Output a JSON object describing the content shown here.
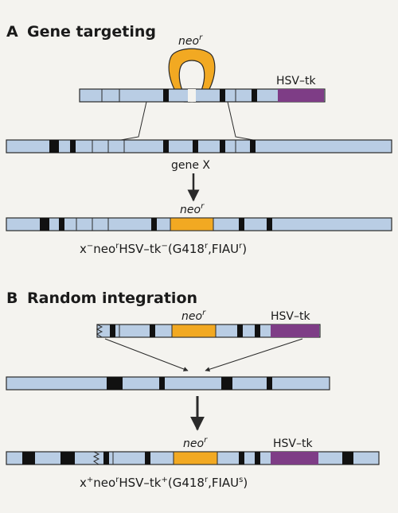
{
  "colors": {
    "background": "#f4f3ef",
    "dna": "#b9cde4",
    "exon": "#111111",
    "neo": "#f2a922",
    "hsvtk": "#7e3d86",
    "line": "#2a2a2a"
  },
  "panelA": {
    "letter": "A",
    "title": "Gene targeting",
    "neo_label": "neo",
    "neo_sup": "r",
    "hsvtk_label": "HSV–tk",
    "gene_label": "gene X",
    "result_neo_label": "neo",
    "result_neo_sup": "r",
    "genotype": {
      "p1": "x",
      "s1": "−",
      "p2": "neo",
      "s2": "r",
      "p3": "HSV–tk",
      "s3": "−",
      "p4": "(G418",
      "s4": "r",
      "p5": ",FIAU",
      "s5": "r",
      "p6": ")"
    }
  },
  "panelB": {
    "letter": "B",
    "title": "Random integration",
    "neo_label": "neo",
    "neo_sup": "r",
    "hsvtk_label": "HSV–tk",
    "result_neo_label": "neo",
    "result_neo_sup": "r",
    "result_hsvtk_label": "HSV–tk",
    "genotype": {
      "p1": "x",
      "s1": "+",
      "p2": "neo",
      "s2": "r",
      "p3": "HSV–tk",
      "s3": "+",
      "p4": "(G418",
      "s4": "r",
      "p5": ",FIAU",
      "s5": "s",
      "p6": ")"
    }
  }
}
